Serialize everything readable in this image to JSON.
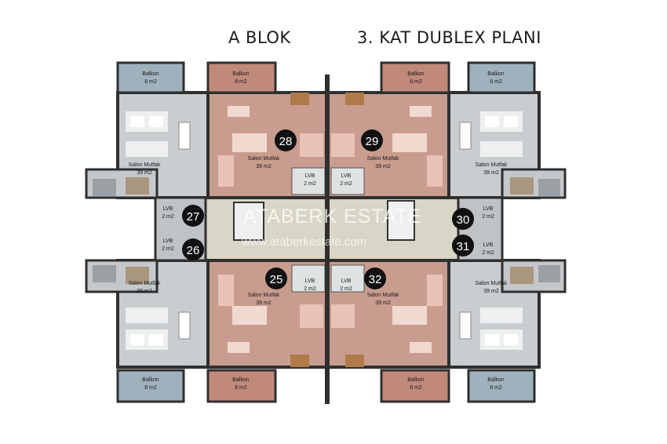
{
  "header": {
    "block": "A BLOK",
    "plan_title": "3. KAT DUBLEX PLANI"
  },
  "watermark": {
    "brand": "ATABERK ESTATE",
    "url": "www.ataberkestate.com"
  },
  "labels": {
    "balkon": "Balkon",
    "balkon_area": "8 m2",
    "salon": "Salon Mutfak",
    "salon_area": "39 m2",
    "lvb": "LVB",
    "lvb_area": "2 m2"
  },
  "units": [
    "25",
    "26",
    "27",
    "28",
    "29",
    "30",
    "31",
    "32"
  ],
  "colors": {
    "grey_unit": "#c9cdd0",
    "red_unit": "#c89c8f",
    "wall": "#2f2f2f",
    "corridor": "#d8d6c6",
    "badge": "#111111"
  }
}
